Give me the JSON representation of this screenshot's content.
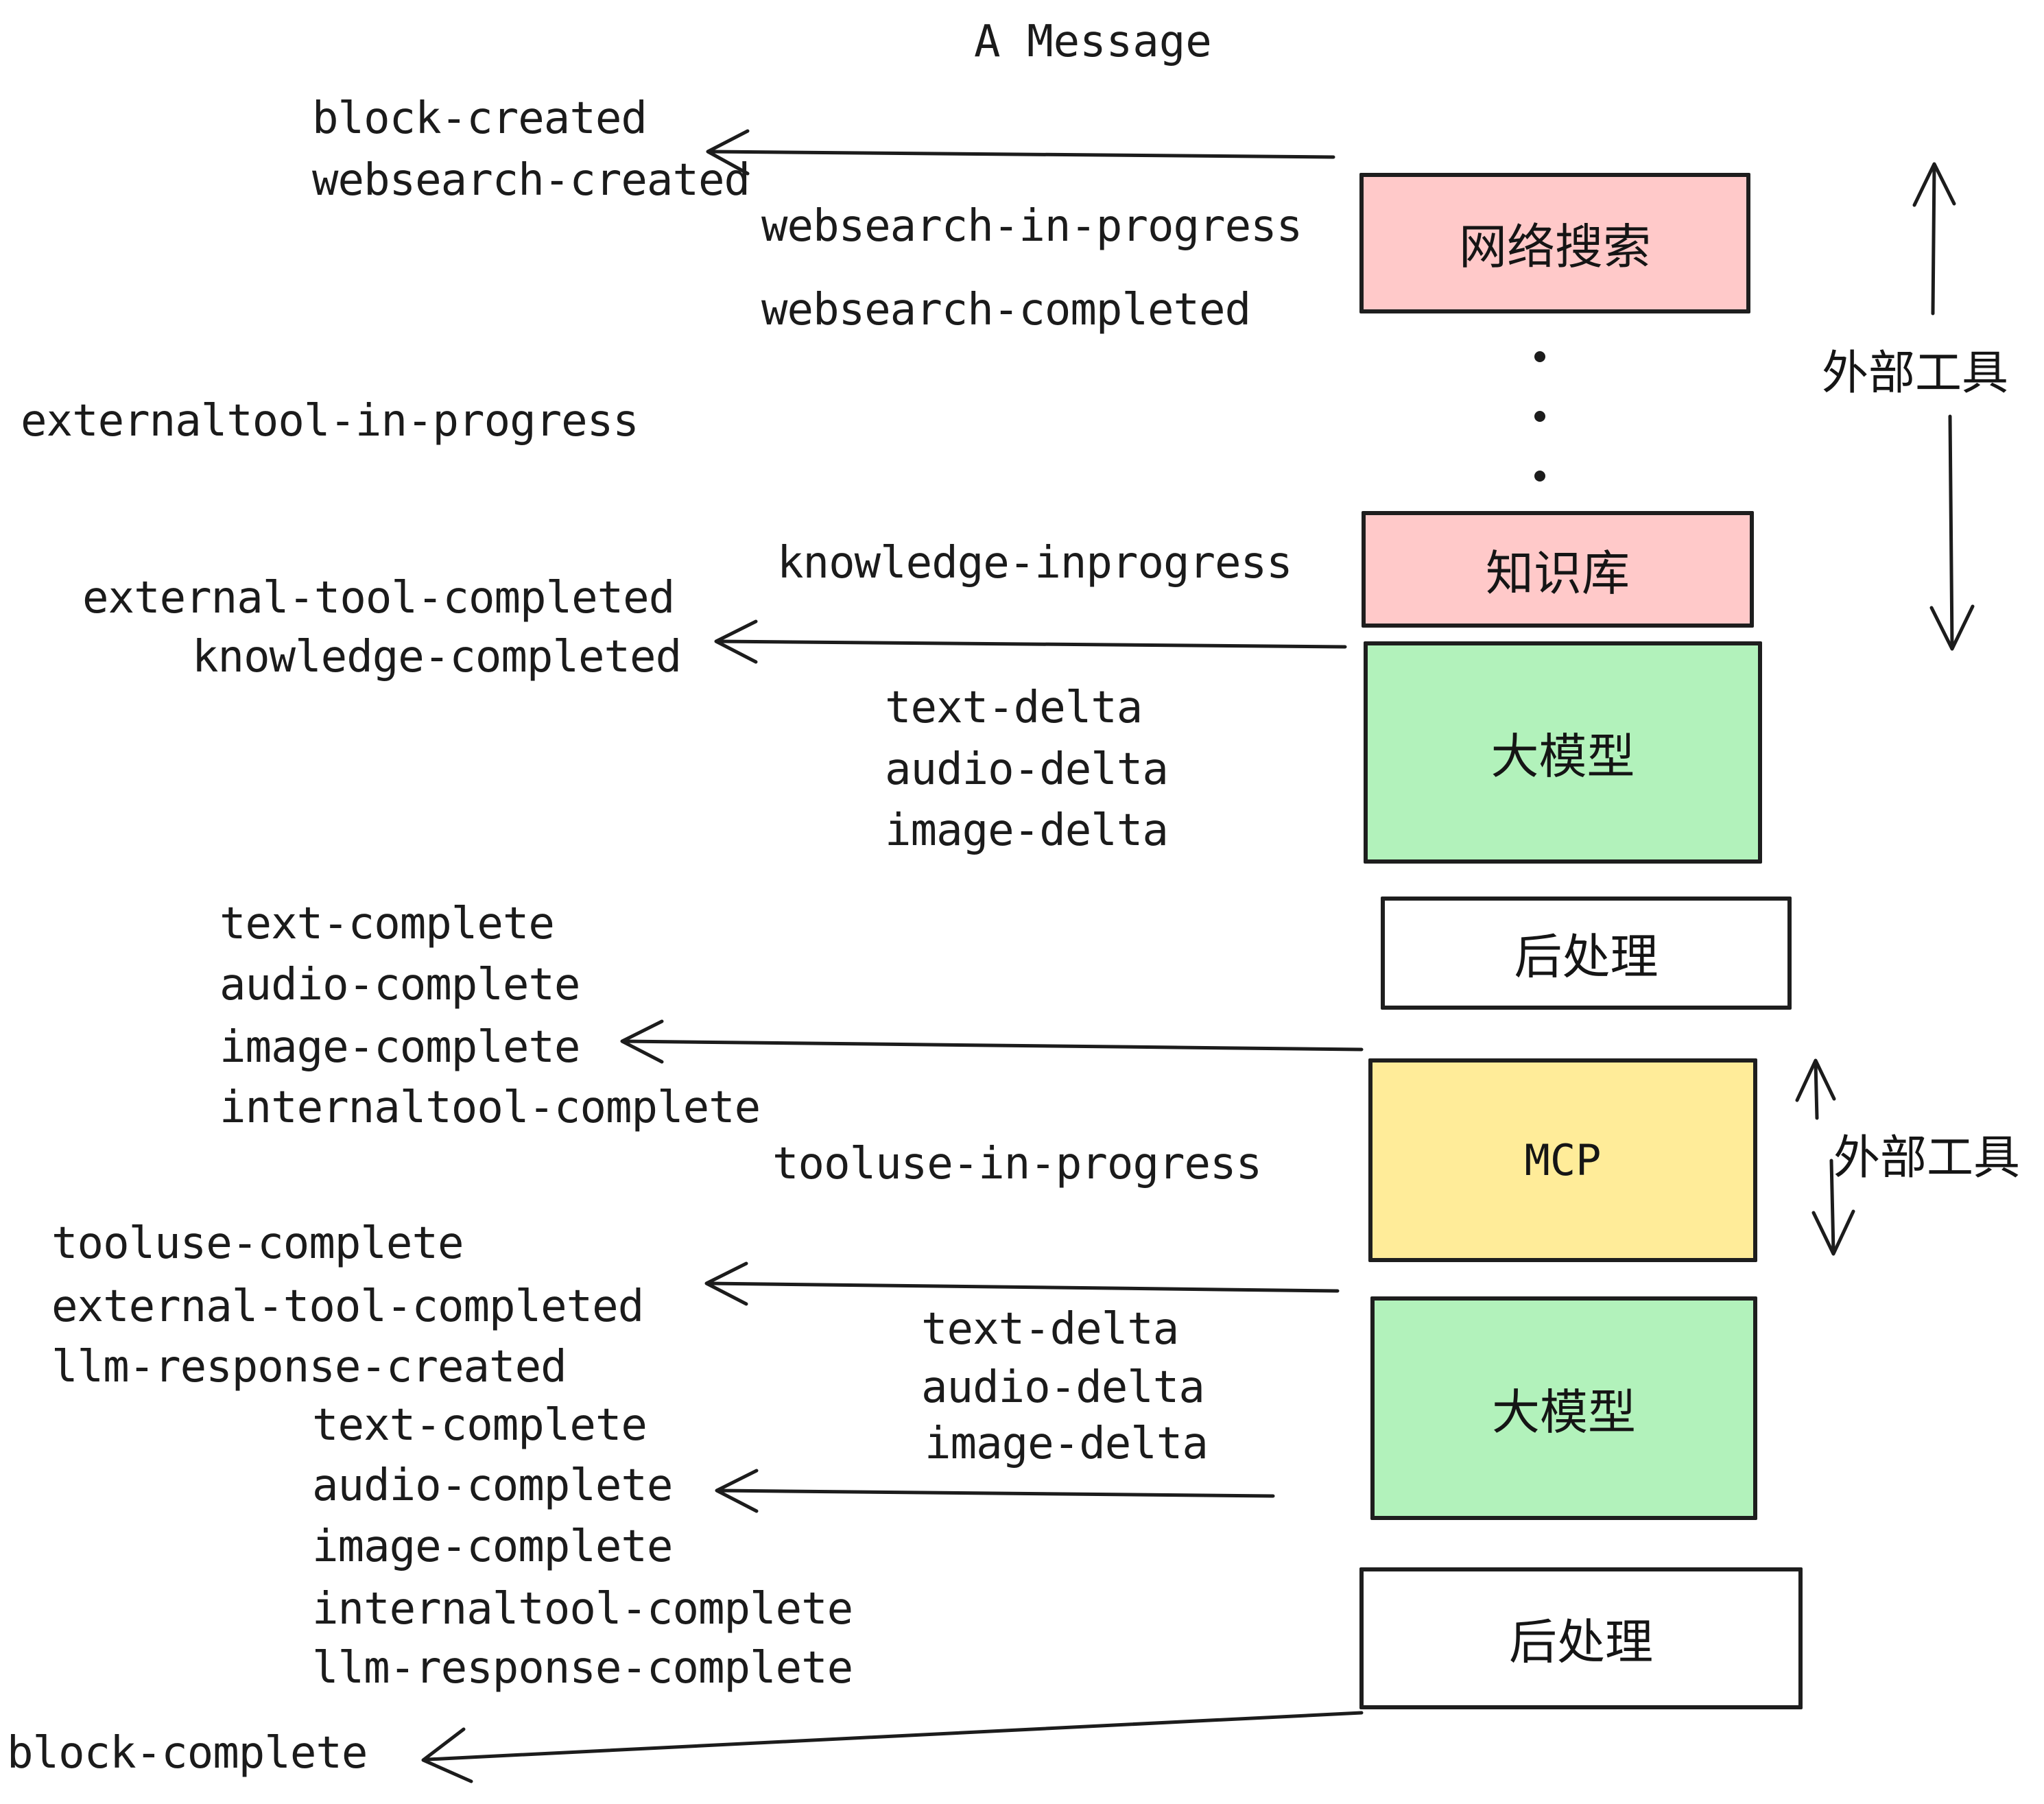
{
  "title": "A Message",
  "colors": {
    "pink": "#FFC9C9",
    "green": "#B2F2BB",
    "yellow": "#FFEC99",
    "white": "#FFFFFF",
    "ink": "#1E1E1E"
  },
  "boxes": {
    "websearch": "网络搜索",
    "knowledge": "知识库",
    "llm1": "大模型",
    "post1": "后处理",
    "mcp": "MCP",
    "llm2": "大模型",
    "post2": "后处理"
  },
  "side_labels": {
    "external_tools_1": "外部工具",
    "external_tools_2": "外部工具"
  },
  "events": {
    "block_created": "block-created",
    "websearch_created": "websearch-created",
    "websearch_in_progress": "websearch-in-progress",
    "websearch_completed": "websearch-completed",
    "externaltool_in_progress": "externaltool-in-progress",
    "knowledge_inprogress": "knowledge-inprogress",
    "external_tool_completed_1": "external-tool-completed",
    "knowledge_completed": "knowledge-completed",
    "text_delta_1": "text-delta",
    "audio_delta_1": "audio-delta",
    "image_delta_1": "image-delta",
    "text_complete_1": "text-complete",
    "audio_complete_1": "audio-complete",
    "image_complete_1": "image-complete",
    "internaltool_complete_1": "internaltool-complete",
    "tooluse_in_progress": "tooluse-in-progress",
    "tooluse_complete": "tooluse-complete",
    "external_tool_completed_2": "external-tool-completed",
    "llm_response_created": "llm-response-created",
    "text_delta_2": "text-delta",
    "audio_delta_2": "audio-delta",
    "image_delta_2": "image-delta",
    "text_complete_2": "text-complete",
    "audio_complete_2": "audio-complete",
    "image_complete_2": "image-complete",
    "internaltool_complete_2": "internaltool-complete",
    "llm_response_complete": "llm-response-complete",
    "block_complete": "block-complete"
  }
}
